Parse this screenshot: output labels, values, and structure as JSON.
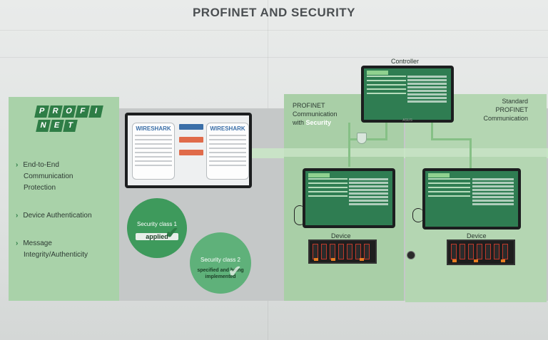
{
  "title": "PROFINET AND SECURITY",
  "logo": {
    "row1": [
      "P",
      "R",
      "O",
      "F",
      "I"
    ],
    "row2": [
      "N",
      "E",
      "T"
    ]
  },
  "features": [
    {
      "chev": "›",
      "lines": [
        "End-to-End",
        "Communication",
        "Protection"
      ]
    },
    {
      "chev": "›",
      "lines": [
        "Device Authentication"
      ]
    },
    {
      "chev": "›",
      "lines": [
        "Message",
        "Integrity/Authenticity"
      ]
    }
  ],
  "labels": {
    "controller": "Controller",
    "security_comm": [
      "PROFINET",
      "Communication"
    ],
    "security_with": "with",
    "security_word": "Security",
    "standard_comm": [
      "Standard",
      "PROFINET",
      "Communication"
    ],
    "device_left": "Device",
    "device_right": "Device"
  },
  "wireshark": {
    "left": "WIRESHARK",
    "right": "WIRESHARK"
  },
  "badges": {
    "class1_title": "Security class 1",
    "class1_status": "applied",
    "class2_title": "Security class 2",
    "class2_status": [
      "specified and being",
      "implemented"
    ]
  },
  "brand": "ASUS",
  "colors": {
    "profinet_green": "#2e7d46",
    "panel_green": "#a9d2a9",
    "screen_green": "#2f7d52"
  }
}
